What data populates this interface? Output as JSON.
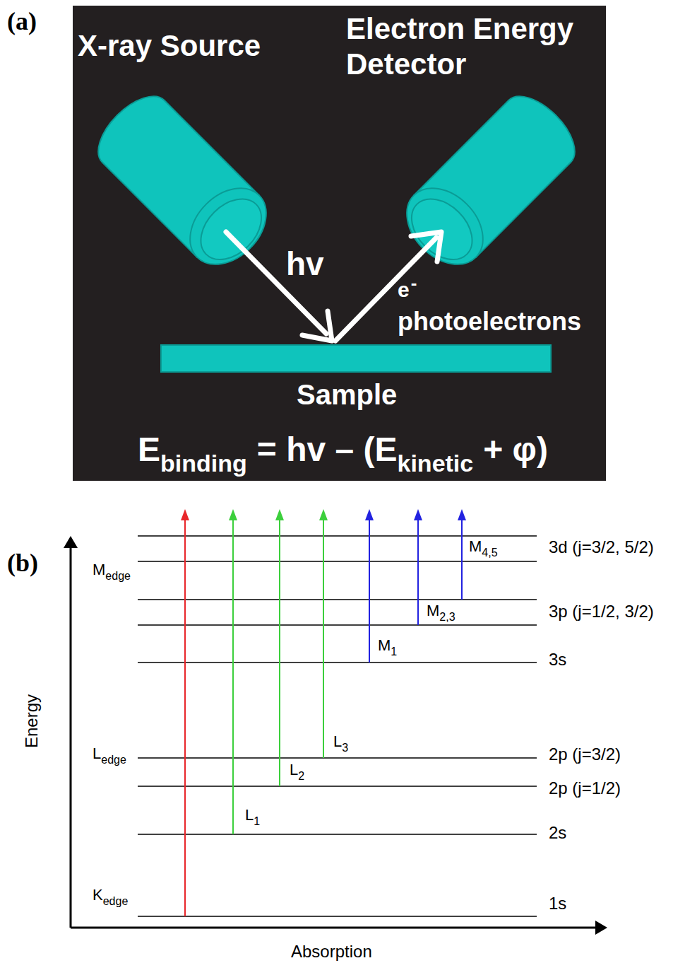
{
  "diagram": {
    "labels": [
      "(a)",
      "X-ray Source",
      "Electron Energy Detector",
      "hv",
      "e",
      "-",
      "photoelectrons",
      "Sample",
      "E",
      "binding",
      "= hv – (E",
      "kinetic",
      "+ φ)",
      "(b)",
      "M",
      "edge",
      "L",
      "edge",
      "K",
      "edge",
      "Energy",
      "Absorption",
      "M",
      "4,5",
      "3d (j=3/2, 5/2)",
      "M",
      "2,3",
      "3p (j=1/2, 3/2)",
      "M",
      "1",
      "3s",
      "L",
      "3",
      "2p (j=3/2)",
      "L",
      "2",
      "2p (j=1/2)",
      "L",
      "1",
      "2s",
      "1s"
    ]
  }
}
